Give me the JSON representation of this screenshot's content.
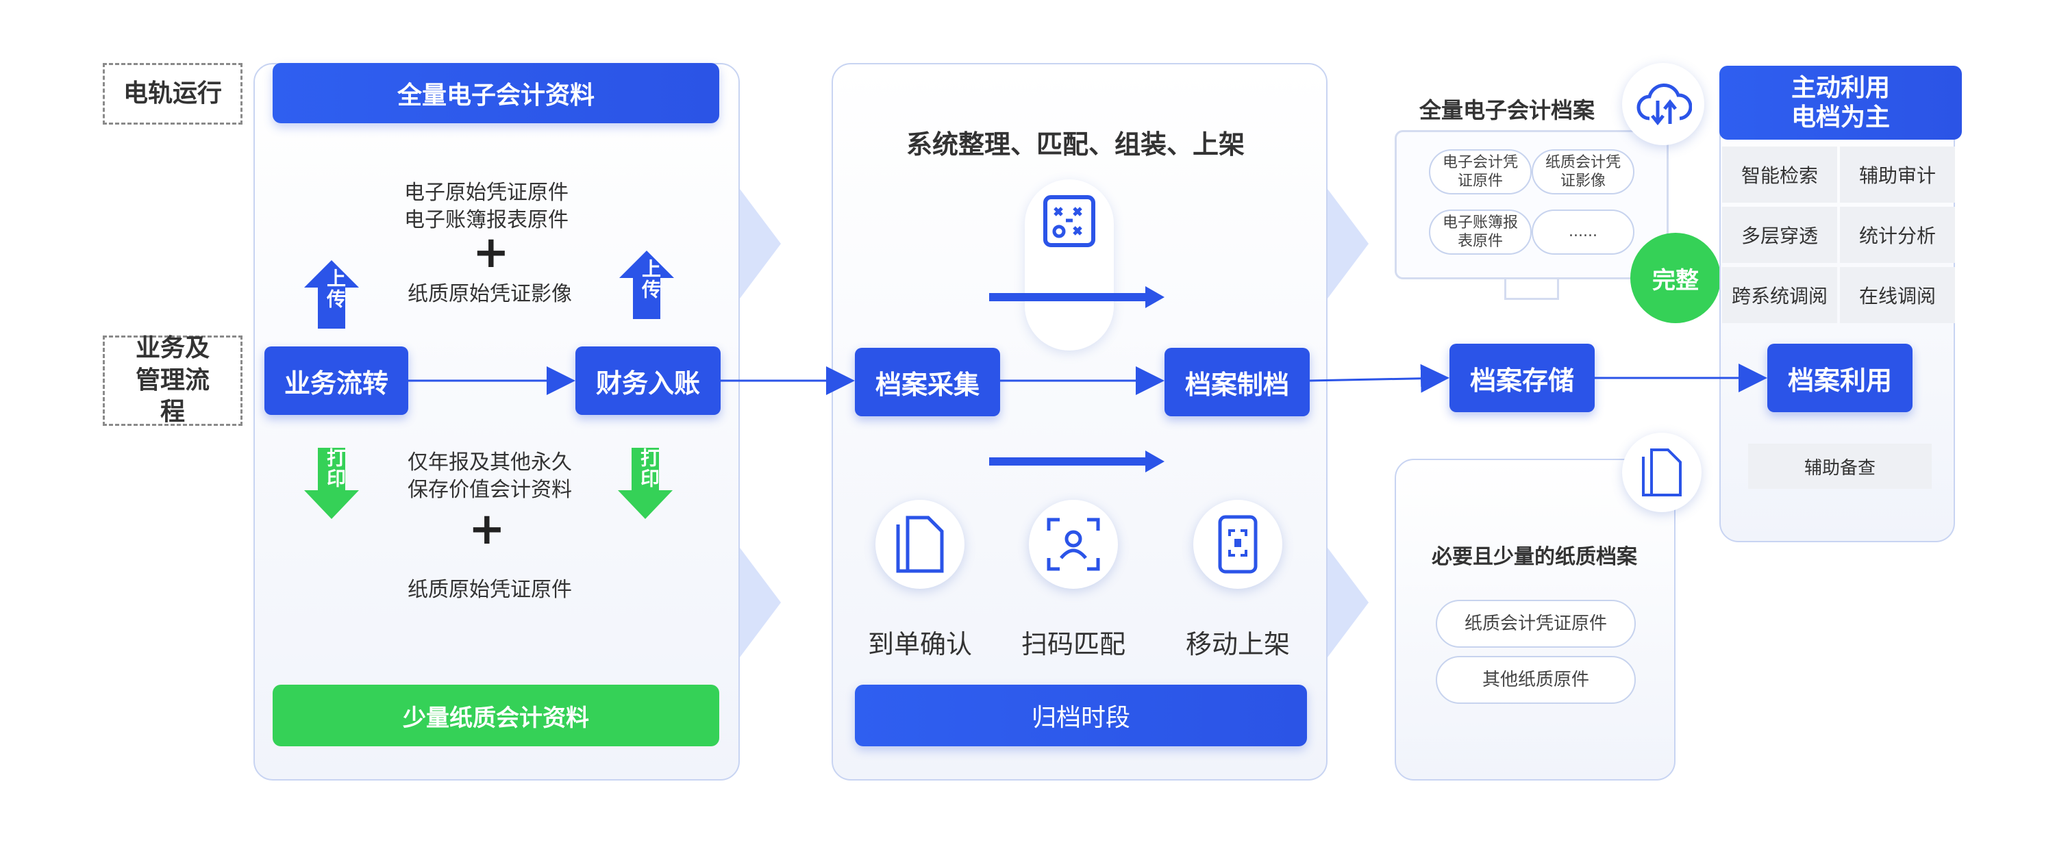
{
  "colors": {
    "primary_blue": "#2b54e8",
    "green": "#35d157",
    "panel_border": "#c8d4f2"
  },
  "left_labels": {
    "top": "电轨运行",
    "middle": "业务及管理流程"
  },
  "panel1": {
    "top_bar": "全量电子会计资料",
    "top_text_1": "电子原始凭证原件",
    "top_text_2": "电子账簿报表原件",
    "plus": "+",
    "top_text_3": "纸质原始凭证影像",
    "upload_label": "上传",
    "node_1": "业务流转",
    "node_2": "财务入账",
    "print_label": "打印",
    "bottom_text_1": "仅年报及其他永久",
    "bottom_text_2": "保存价值会计资料",
    "bottom_text_3": "纸质原始凭证原件",
    "bottom_bar": "少量纸质会计资料"
  },
  "panel2": {
    "title": "系统整理、匹配、组装、上架",
    "node_1": "档案采集",
    "node_2": "档案制档",
    "icon_labels": [
      "到单确认",
      "扫码匹配",
      "移动上架"
    ],
    "bottom_bar": "归档时段"
  },
  "panel3": {
    "title": "全量电子会计档案",
    "pills": [
      "电子会计凭证原件",
      "纸质会计凭证影像",
      "电子账簿报表原件",
      "......"
    ],
    "complete_badge": "完整",
    "node": "档案存储",
    "paper_title": "必要且少量的纸质档案",
    "paper_pills": [
      "纸质会计凭证原件",
      "其他纸质原件"
    ]
  },
  "panel4": {
    "title_1": "主动利用",
    "title_2": "电档为主",
    "grid": [
      "智能检索",
      "辅助审计",
      "多层穿透",
      "统计分析",
      "跨系统调阅",
      "在线调阅"
    ],
    "node": "档案利用",
    "bottom": "辅助备查"
  },
  "icons": [
    "cloud-sync-icon",
    "document-icon",
    "puzzle-board-icon",
    "face-scan-icon",
    "mobile-scan-icon"
  ]
}
